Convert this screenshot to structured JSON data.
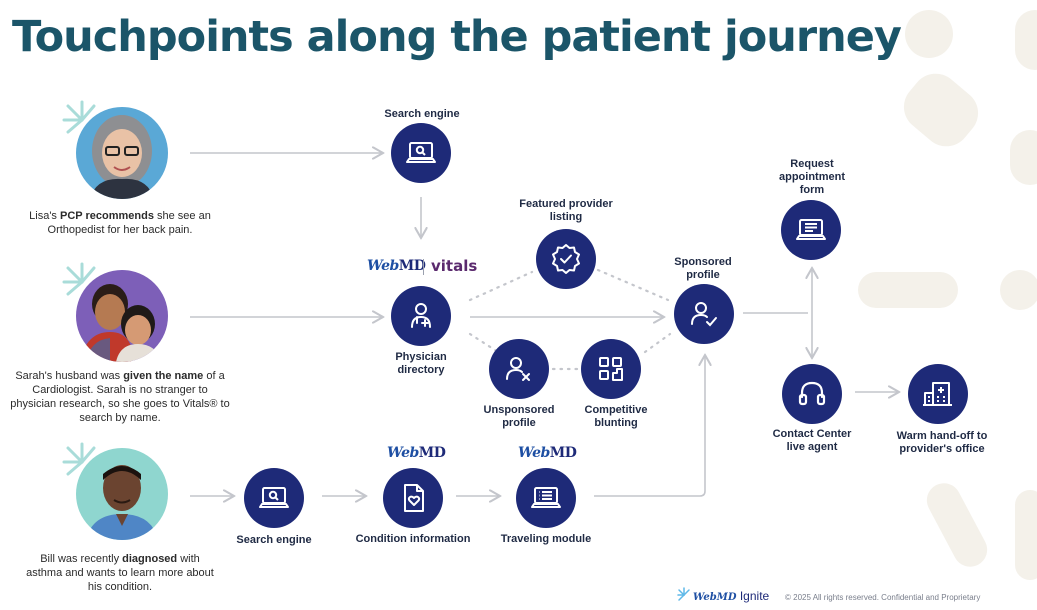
{
  "title": "Touchpoints along the patient journey",
  "personas": {
    "lisa": {
      "pre": "Lisa's ",
      "bold": "PCP recommends",
      "post": " she see an Orthopedist for her back pain."
    },
    "sarah": {
      "pre": "Sarah's husband was ",
      "bold": "given the name",
      "post": " of a Cardiologist. Sarah is no stranger to physician research, so she goes to Vitals® to search by name."
    },
    "bill": {
      "pre": "Bill was recently ",
      "bold": "diagnosed",
      "post": " with asthma and wants to learn more about his condition."
    }
  },
  "nodes": {
    "search_engine_top": "Search engine",
    "physician_directory": "Physician directory",
    "featured_listing": "Featured provider listing",
    "unsponsored_profile": "Unsponsored profile",
    "competitive_blunting": "Competitive blunting",
    "sponsored_profile": "Sponsored profile",
    "request_form": "Request appointment form",
    "contact_center": "Contact Center live agent",
    "warm_handoff": "Warm hand-off to provider's office",
    "search_engine_bottom": "Search engine",
    "condition_information": "Condition information",
    "traveling_module": "Traveling module"
  },
  "logos": {
    "webmd_web": "Web",
    "webmd_md": "MD",
    "vitals": "vitals"
  },
  "footer": {
    "brand_web": "WebMD",
    "brand_ignite": " Ignite",
    "copyright": "© 2025 All rights reserved. Confidential and Proprietary"
  },
  "colors": {
    "title": "#1b5569",
    "node": "#1e2a78",
    "connector": "#c4c6cc",
    "decor": "#f4f1ea"
  }
}
